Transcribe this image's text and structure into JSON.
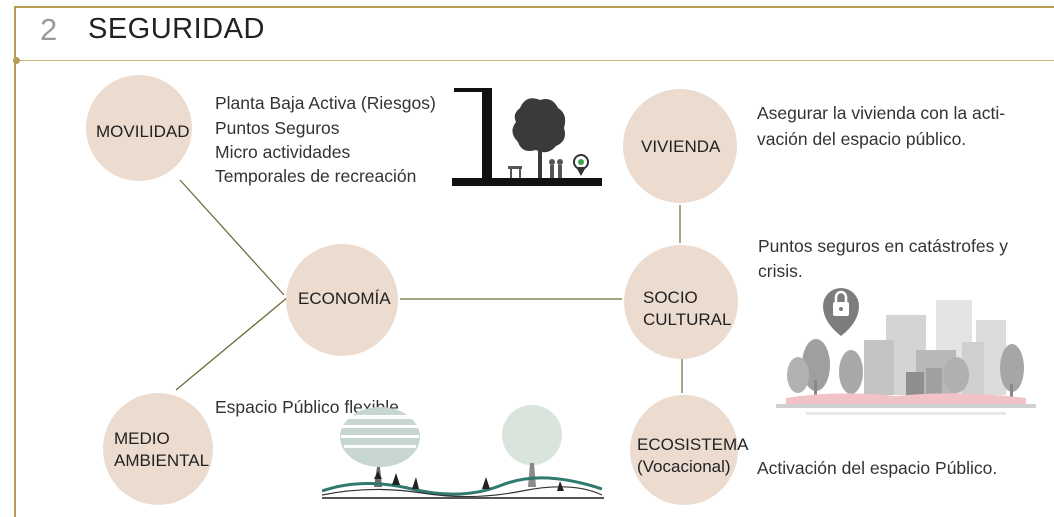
{
  "header": {
    "number": "2",
    "title": "SEGURIDAD"
  },
  "nodes": {
    "movilidad": "MOVILIDAD",
    "economia": "ECONOMÍA",
    "medio_ambiental_1": "MEDIO",
    "medio_ambiental_2": "AMBIENTAL",
    "vivienda": "VIVIENDA",
    "socio_cultural_1": "SOCIO",
    "socio_cultural_2": "CULTURAL",
    "ecosistema_1": "ECOSISTEMA",
    "ecosistema_2": "(Vocacional)"
  },
  "texts": {
    "movilidad_items": [
      "Planta Baja Activa (Riesgos)",
      "Puntos Seguros",
      "Micro actividades",
      "Temporales de recreación"
    ],
    "vivienda_1": "Asegurar la vivienda con la acti-",
    "vivienda_2": "vación del espacio público.",
    "socio_1": "Puntos seguros en catástrofes y",
    "socio_2": "crisis.",
    "medio": "Espacio Público flexible",
    "ecosistema": "Activación del espacio Público."
  },
  "colors": {
    "frame": "#b99b55",
    "node_fill": "#ecdcd0",
    "link": "#6b6b3a"
  },
  "icons": [
    "building-ground-floor-illustration",
    "location-lock-icon",
    "city-skyline-illustration",
    "trees-park-illustration"
  ]
}
